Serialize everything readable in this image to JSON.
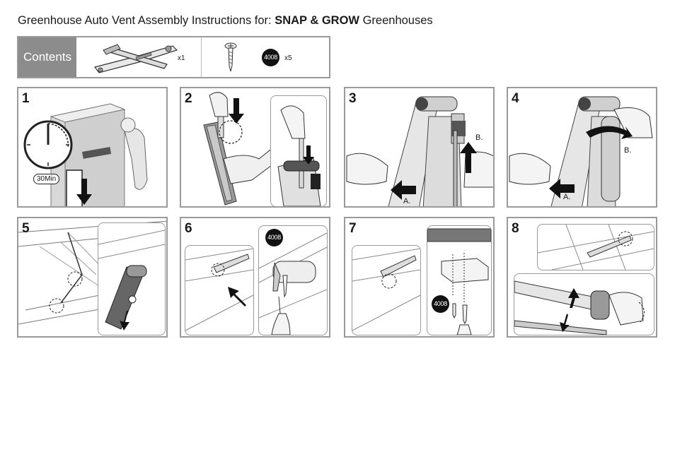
{
  "header": {
    "title_prefix": "Greenhouse Auto Vent Assembly Instructions for: ",
    "brand": "SNAP & GROW",
    "title_suffix": " Greenhouses"
  },
  "contents": {
    "label": "Contents",
    "items": [
      {
        "name": "auto vent opener",
        "qty": "x1"
      },
      {
        "name": "screw",
        "part_code": "4008",
        "qty": "x5"
      }
    ]
  },
  "steps": [
    {
      "number": "1",
      "timer": "30Min"
    },
    {
      "number": "2"
    },
    {
      "number": "3",
      "labels": [
        "B.",
        "A."
      ]
    },
    {
      "number": "4",
      "labels": [
        "B.",
        "A."
      ]
    },
    {
      "number": "5"
    },
    {
      "number": "6",
      "part_code": "4008"
    },
    {
      "number": "7",
      "part_code": "4008"
    },
    {
      "number": "8"
    }
  ]
}
